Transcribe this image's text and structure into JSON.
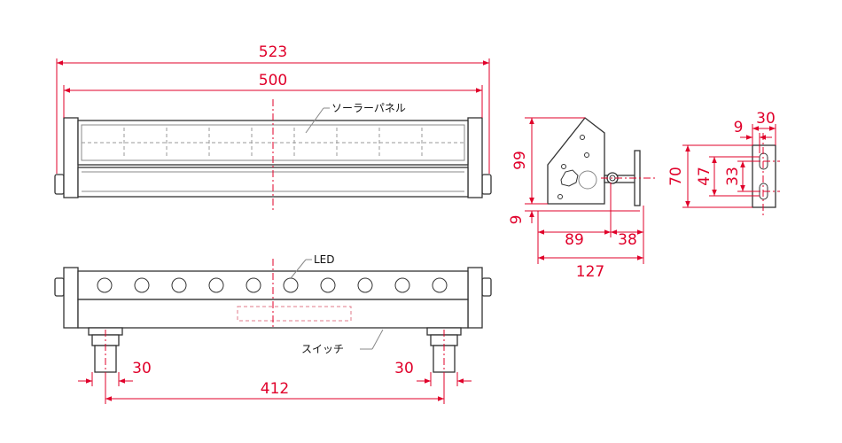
{
  "dimensions": {
    "overall_width": "523",
    "panel_width": "500",
    "height_side": "99",
    "offset_side": "9",
    "depth_front": "89",
    "depth_rear": "38",
    "depth_total": "127",
    "bracket_width": "30",
    "bracket_margin": "9",
    "bracket_height": "70",
    "bracket_slot_span": "47",
    "bracket_slot_gap": "33",
    "foot_left": "30",
    "foot_right": "30",
    "foot_pitch": "412"
  },
  "notes": {
    "solar_panel": "ソーラーパネル",
    "led": "LED",
    "switch": "スイッチ"
  },
  "colors": {
    "dimension": "#e0002a",
    "outline": "#333333"
  }
}
